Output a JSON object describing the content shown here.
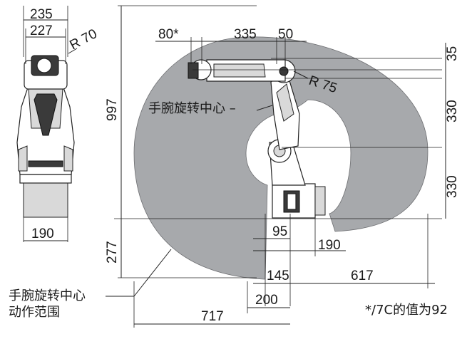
{
  "dimensions": {
    "front_width_top": "235",
    "front_width_mid": "227",
    "front_radius": "R 70",
    "front_base_width": "190",
    "total_height": "997",
    "lower_height": "277",
    "reach_offset": "80*",
    "arm_length": "335",
    "wrist_offset": "50",
    "wrist_radius": "R 75",
    "vert_35": "35",
    "vert_330_upper": "330",
    "vert_330_lower": "330",
    "base_95": "95",
    "base_190": "190",
    "bottom_145": "145",
    "bottom_617": "617",
    "bottom_200": "200",
    "bottom_717": "717"
  },
  "labels": {
    "wrist_center": "手腕旋转中心 –",
    "range_line1": "手腕旋转中心",
    "range_line2": "动作范围",
    "footnote": "*/7C的值为92"
  },
  "colors": {
    "range_fill": "#a7a9ac",
    "line": "#222222",
    "background": "#ffffff"
  }
}
